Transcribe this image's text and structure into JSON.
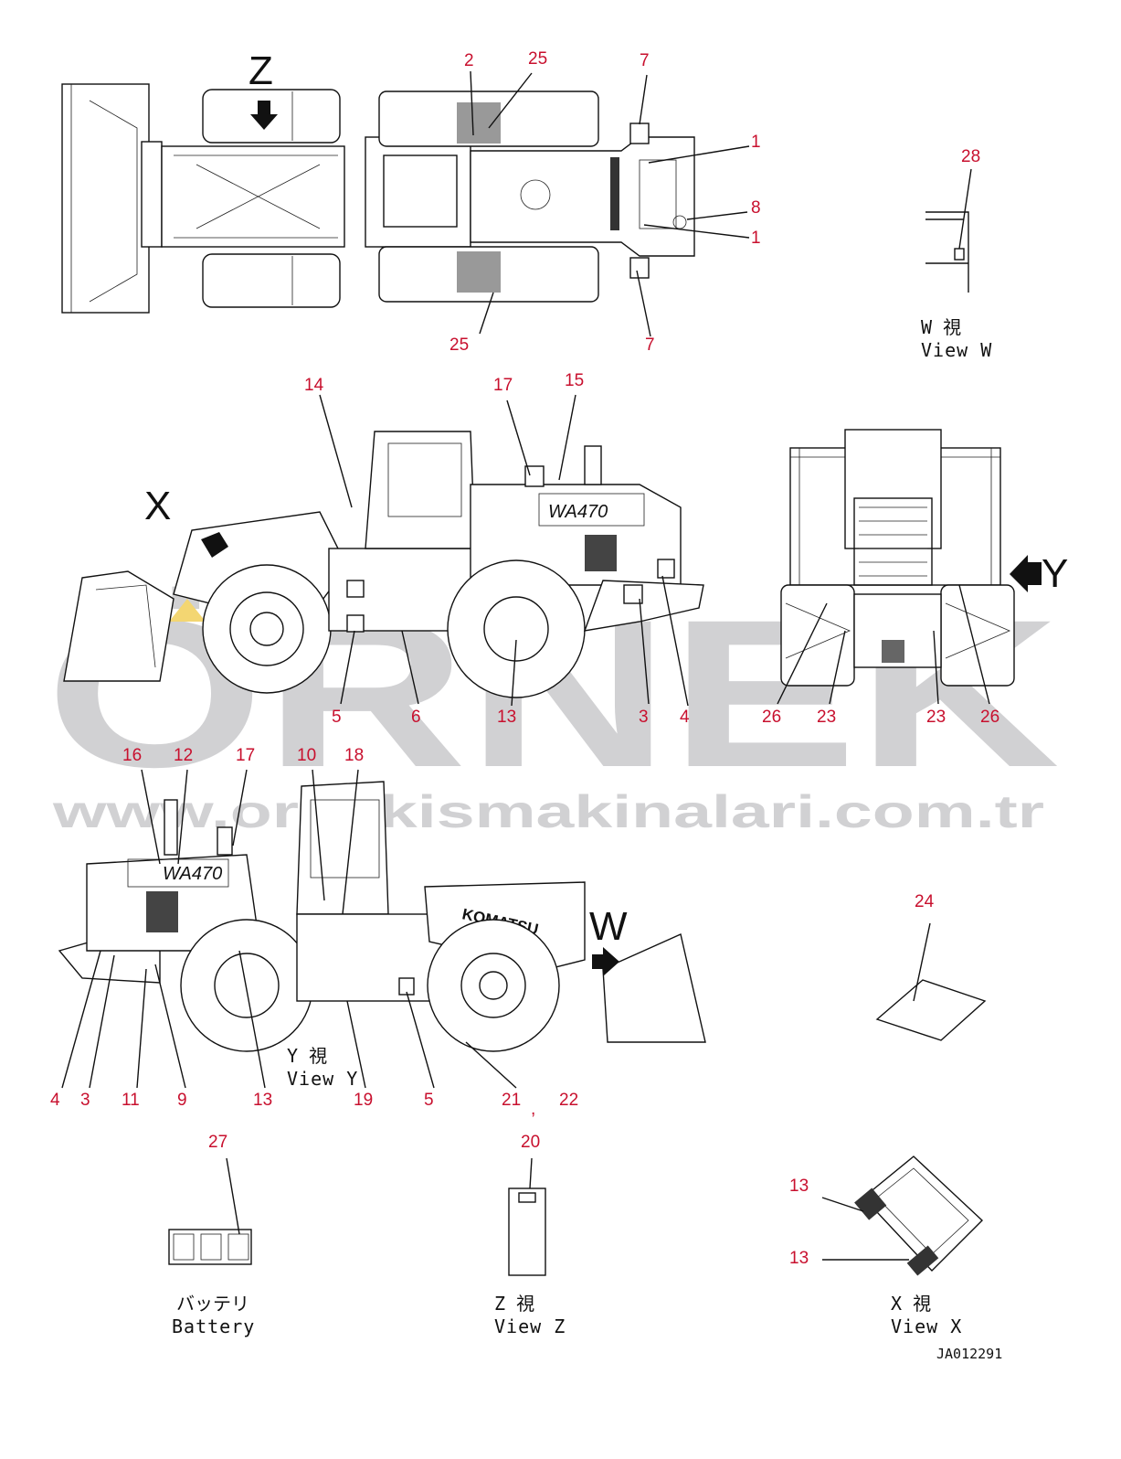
{
  "watermark": {
    "word": "ÖRNEK",
    "url": "www.ornekismakinalari.com.tr"
  },
  "views": {
    "view_w": {
      "jp": "W 視",
      "en": "View W"
    },
    "view_y": {
      "jp": "Y 視",
      "en": "View Y"
    },
    "view_z": {
      "jp": "Z 視",
      "en": "View Z"
    },
    "view_x": {
      "jp": "X 視",
      "en": "View X"
    },
    "battery": {
      "jp": "バッテリ",
      "en": "Battery"
    }
  },
  "view_markers": {
    "z": "Z",
    "x": "X",
    "y": "Y",
    "w": "W"
  },
  "model_badge": "WA470",
  "brand": "KOMATSU",
  "drawing_code": "JA012291",
  "callouts": {
    "top": [
      "2",
      "25",
      "7",
      "1",
      "8",
      "1",
      "25",
      "7",
      "28"
    ],
    "side_left": [
      "14",
      "17",
      "15",
      "5",
      "6",
      "13",
      "3",
      "4"
    ],
    "front": [
      "26",
      "23",
      "23",
      "26"
    ],
    "side_right_top": [
      "16",
      "12",
      "17",
      "10",
      "18",
      "24"
    ],
    "side_right_bottom": [
      "4",
      "3",
      "11",
      "9",
      "13",
      "19",
      "5",
      "21",
      ",",
      "22"
    ],
    "bottom": [
      "27",
      "20",
      "13",
      "13"
    ]
  }
}
